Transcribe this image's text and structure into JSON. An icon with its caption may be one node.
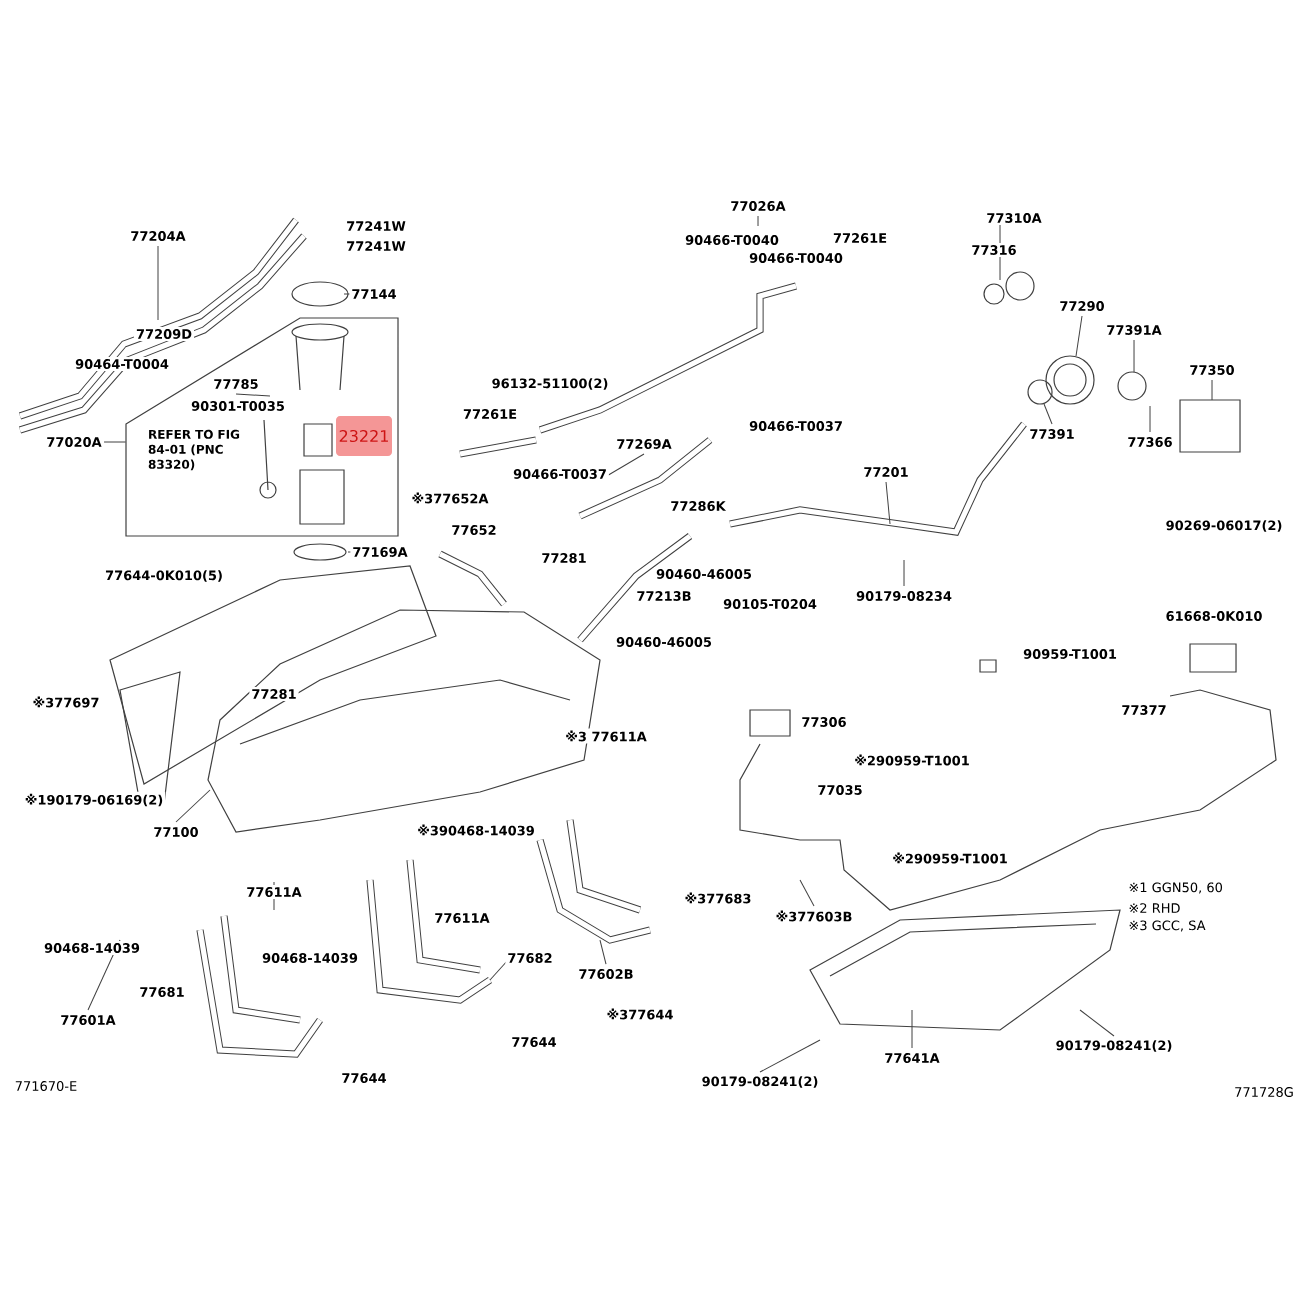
{
  "diagram": {
    "nodes": [
      {
        "text": [
          "REFER TO FIG 84-01 (PNC 83320)"
        ]
      },
      {
        "text": [
          "23221"
        ],
        "in": 0
      },
      {
        "text": [
          "77020A"
        ]
      }
    ],
    "edges": [
      {
        "from": 2,
        "to": 0,
        "arrow": "none"
      }
    ],
    "labels": [
      "77204A",
      "77241W",
      "77241W",
      "77144",
      "77209D",
      "90464-T0004",
      "77785",
      "90301-T0035",
      "77169A",
      "77644-0K010(5)",
      "77026A",
      "90466-T0040",
      "77261E",
      "90466-T0040",
      "96132-51100(2)",
      "77261E",
      "90466-T0037",
      "77269A",
      "90466-T0037",
      "※377652A",
      "77286K",
      "77652",
      "77281",
      "90460-46005",
      "77213B",
      "90105-T0204",
      "90460-46005",
      "77310A",
      "77316",
      "77290",
      "77391A",
      "77350",
      "77391",
      "77366",
      "77201",
      "90269-06017(2)",
      "90179-08234",
      "61668-0K010",
      "90959-T1001",
      "※377697",
      "77281",
      "77306",
      "※3 77611A",
      "77377",
      "※290959-T1001",
      "77035",
      "※190179-06169(2)",
      "77100",
      "※390468-14039",
      "※290959-T1001",
      "※1 GGN50, 60",
      "※2 RHD",
      "※3 GCC, SA",
      "77611A",
      "※377683",
      "77611A",
      "※377603B",
      "90468-14039",
      "90468-14039",
      "77682",
      "77681",
      "77602B",
      "※377644",
      "77601A",
      "77644",
      "77641A",
      "77644",
      "90179-08241(2)",
      "90179-08241(2)",
      "771670-E",
      "771728G"
    ]
  }
}
